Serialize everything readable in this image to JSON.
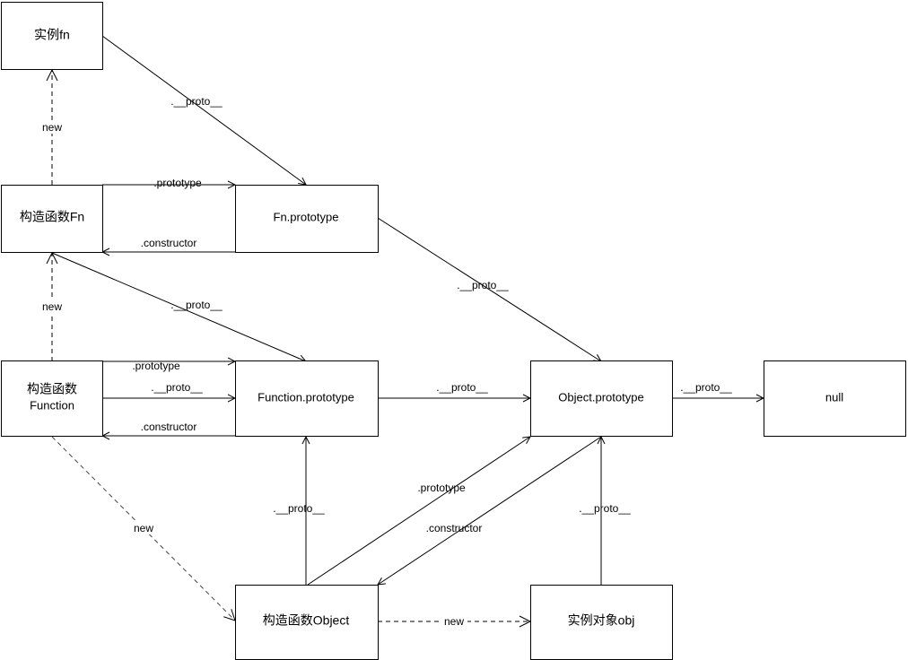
{
  "nodes": {
    "instance_fn": "实例fn",
    "ctor_fn": "构造函数Fn",
    "fn_prototype": "Fn.prototype",
    "ctor_function_line1": "构造函数",
    "ctor_function_line2": "Function",
    "function_prototype": "Function.prototype",
    "object_prototype": "Object.prototype",
    "null": "null",
    "ctor_object": "构造函数Object",
    "instance_obj": "实例对象obj"
  },
  "edges": {
    "fn_new": "new",
    "fn_instance_proto": ".__proto__",
    "fn_prototype": ".prototype",
    "fn_constructor": ".constructor",
    "fnproto_proto": ".__proto__",
    "function_new": "new",
    "fnctor_proto": ".__proto__",
    "function_prototype": ".prototype",
    "function_self_proto": ".__proto__",
    "function_constructor": ".constructor",
    "functionproto_proto": ".__proto__",
    "objectproto_proto": ".__proto__",
    "function_new_object": "new",
    "object_proto": ".__proto__",
    "object_prototype": ".prototype",
    "object_constructor": ".constructor",
    "obj_proto": ".__proto__",
    "object_new_obj": "new"
  }
}
